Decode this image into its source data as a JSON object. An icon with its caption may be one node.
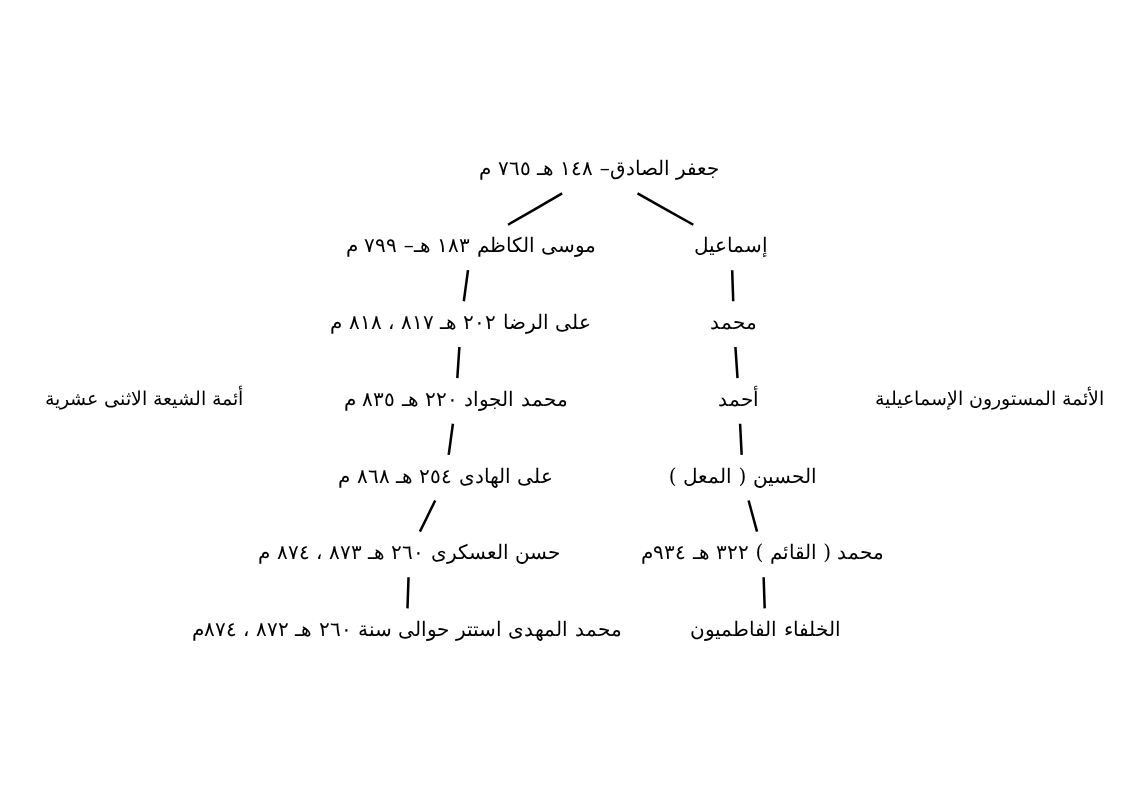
{
  "diagram": {
    "nodes": [
      {
        "text": [
          "جعفر الصادق– ١٤٨ هـ ٧٦٥ م"
        ]
      },
      {
        "text": [
          "موسى الكاظم ١٨٣ هـ– ٧٩٩ م"
        ]
      },
      {
        "text": [
          "على الرضا ٢٠٢ هـ ٨١٧ ، ٨١٨ م"
        ]
      },
      {
        "text": [
          "محمد الجواد ٢٢٠ هـ ٨٣٥ م"
        ]
      },
      {
        "text": [
          "على الهادى ٢٥٤ هـ ٨٦٨ م"
        ]
      },
      {
        "text": [
          "حسن العسكرى ٢٦٠ هـ ٨٧٣ ، ٨٧٤ م"
        ]
      },
      {
        "text": [
          "محمد المهدى استتر حوالى سنة ٢٦٠ هـ ٨٧٢ ، ٨٧٤م"
        ]
      },
      {
        "text": [
          "إسماعيل"
        ]
      },
      {
        "text": [
          "محمد"
        ]
      },
      {
        "text": [
          "أحمد"
        ]
      },
      {
        "text": [
          "الحسين ( المعل )"
        ]
      },
      {
        "text": [
          "محمد ( القائم ) ٣٢٢ هـ ٩٣٤م"
        ]
      },
      {
        "text": [
          "الخلفاء الفاطميون"
        ]
      }
    ],
    "edges": [
      {
        "from": 0,
        "to": 1,
        "arrow": "none"
      },
      {
        "from": 0,
        "to": 7,
        "arrow": "none"
      },
      {
        "from": 1,
        "to": 2,
        "arrow": "none"
      },
      {
        "from": 2,
        "to": 3,
        "arrow": "none"
      },
      {
        "from": 3,
        "to": 4,
        "arrow": "none"
      },
      {
        "from": 4,
        "to": 5,
        "arrow": "none"
      },
      {
        "from": 5,
        "to": 6,
        "arrow": "none"
      },
      {
        "from": 7,
        "to": 8,
        "arrow": "none"
      },
      {
        "from": 8,
        "to": 9,
        "arrow": "none"
      },
      {
        "from": 9,
        "to": 10,
        "arrow": "none"
      },
      {
        "from": 10,
        "to": 11,
        "arrow": "none"
      },
      {
        "from": 11,
        "to": 12,
        "arrow": "none"
      }
    ],
    "labels": [
      "الأئمة المستورون الإسماعيلية",
      "أئمة الشيعة الاثنى عشرية"
    ]
  }
}
